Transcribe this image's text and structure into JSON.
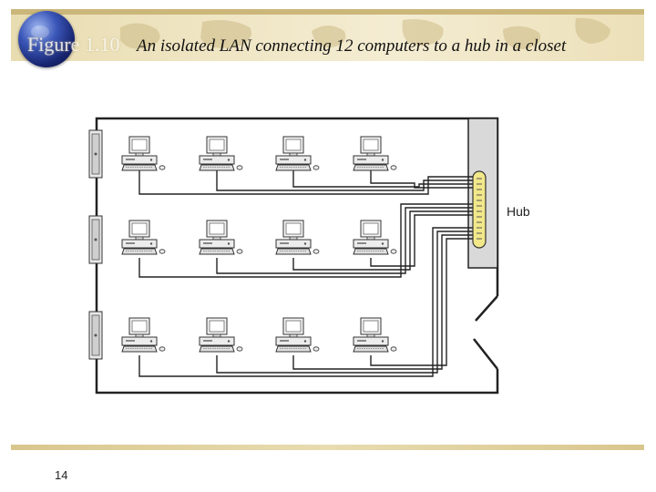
{
  "header": {
    "figure_number": "Figure 1.10",
    "caption": "An isolated LAN connecting 12 computers to a hub in a closet"
  },
  "diagram": {
    "hub_label": "Hub",
    "computer_count": 12,
    "rows": 3,
    "computers_per_row": 4,
    "wall_jack_count": 3
  },
  "footer": {
    "page_number": "14"
  },
  "colors": {
    "banner": "#efe5c3",
    "hub_highlight": "#f2e88a",
    "closet": "#d9d9d9",
    "wiring": "#222222"
  }
}
